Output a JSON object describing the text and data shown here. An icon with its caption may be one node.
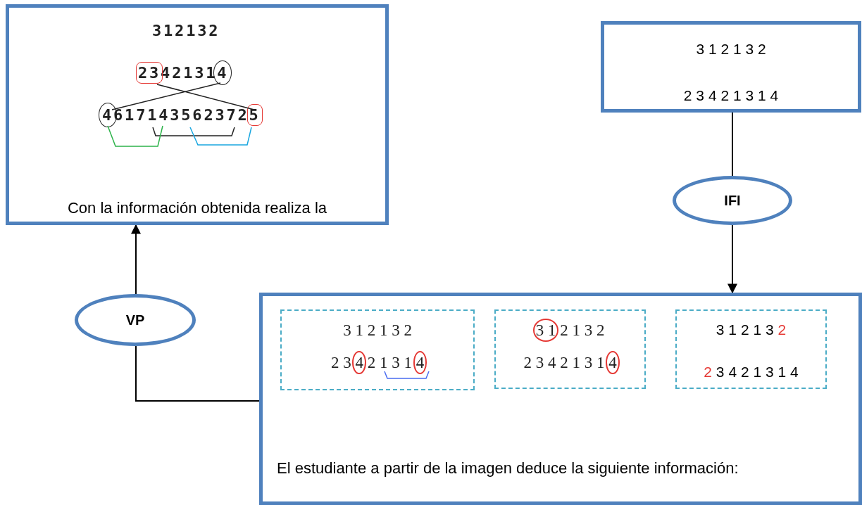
{
  "diagram": {
    "nodes": [
      {
        "text": [
          "312132",
          "23421314",
          "46171435623725",
          "Con la información obtenida realiza la"
        ]
      },
      {
        "text": [
          "3 1 2 1 3 2",
          "2 3 4 2 1 3 1 4"
        ]
      },
      {
        "text": [
          "IFI"
        ]
      },
      {
        "text": [
          "El estudiante a partir de la imagen deduce la siguiente información:"
        ]
      },
      {
        "text": [
          "3 1 2 1 3 2",
          "2 3 4 2 1 3 1 4"
        ],
        "in": 3
      },
      {
        "text": [
          "3 1 2 1 3 2",
          "2 3 4 2 1 3 1 4"
        ],
        "in": 3
      },
      {
        "text": [
          "3 1 2 1 3 2",
          "2 3 4 2 1 3 1 4"
        ],
        "in": 3
      },
      {
        "text": [
          "VP"
        ]
      }
    ],
    "edges": [
      {
        "from": 1,
        "to": 2,
        "arrow": "none"
      },
      {
        "from": 2,
        "to": 3,
        "arrow": "to"
      },
      {
        "from": 3,
        "to": 7,
        "arrow": "none"
      },
      {
        "from": 7,
        "to": 0,
        "arrow": "to"
      }
    ]
  }
}
